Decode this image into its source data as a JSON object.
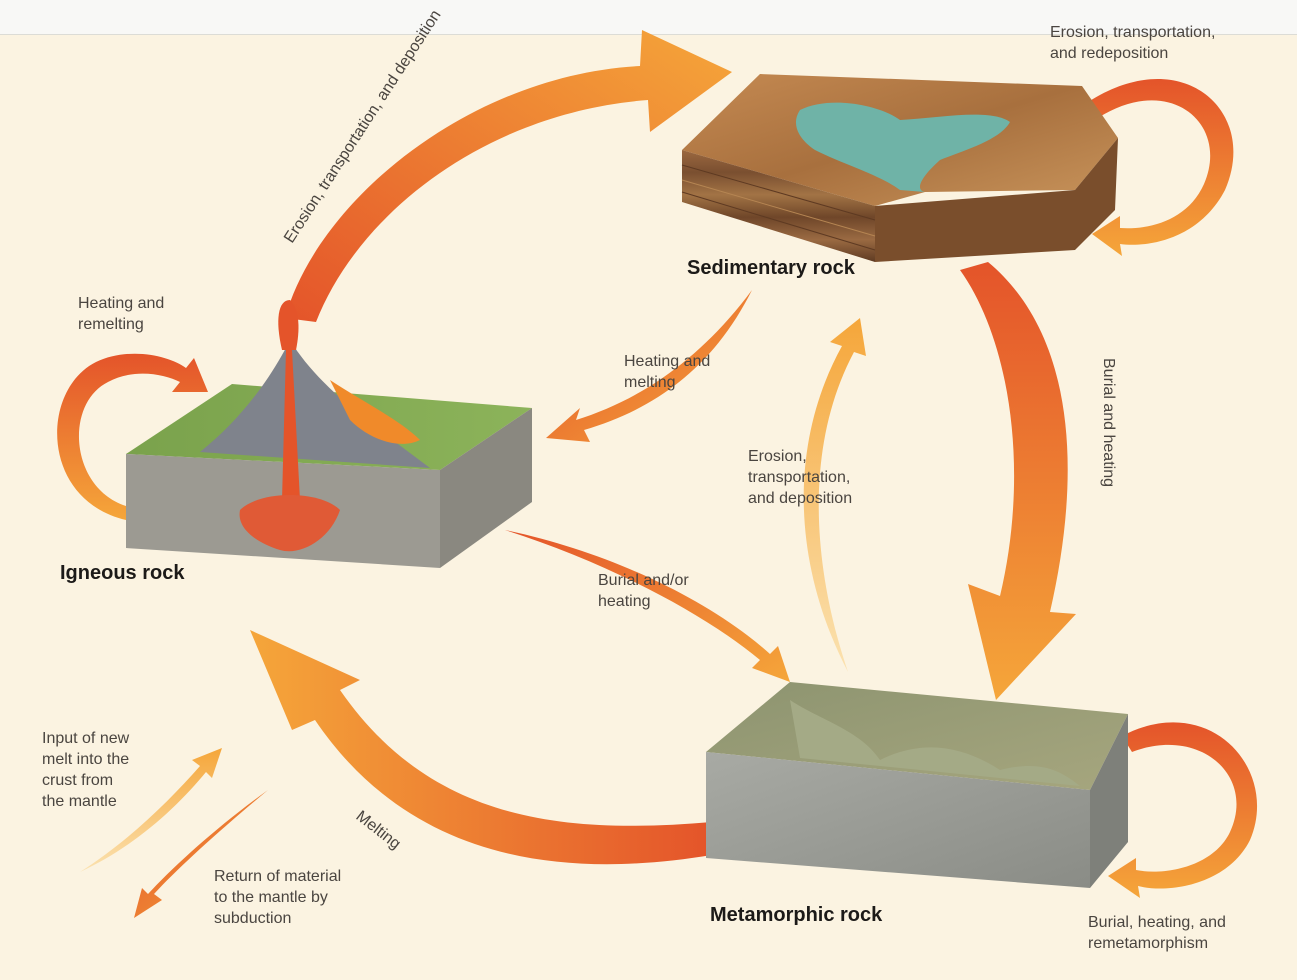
{
  "rock_types": {
    "sedimentary": "Sedimentary rock",
    "igneous": "Igneous rock",
    "metamorphic": "Metamorphic rock"
  },
  "processes": {
    "erosion_main": "Erosion, transportation, and deposition",
    "sed_self_line1": "Erosion, transportation,",
    "sed_self_line2": "and redeposition",
    "heat_remelt_line1": "Heating and",
    "heat_remelt_line2": "remelting",
    "heat_melt_line1": "Heating and",
    "heat_melt_line2": "melting",
    "erosion_meta_line1": "Erosion,",
    "erosion_meta_line2": "transportation,",
    "erosion_meta_line3": "and deposition",
    "burial_heating": "Burial and heating",
    "burial_or_line1": "Burial and/or",
    "burial_or_line2": "heating",
    "melting": "Melting",
    "input_line1": "Input of new",
    "input_line2": "melt into the",
    "input_line3": "crust from",
    "input_line4": "the mantle",
    "return_line1": "Return of material",
    "return_line2": "to the mantle by",
    "return_line3": "subduction",
    "remeta_line1": "Burial, heating, and",
    "remeta_line2": "remetamorphism"
  },
  "colors": {
    "arrow_orange": "#f0a030",
    "arrow_red": "#e4542a",
    "background": "#fbf3e1"
  }
}
